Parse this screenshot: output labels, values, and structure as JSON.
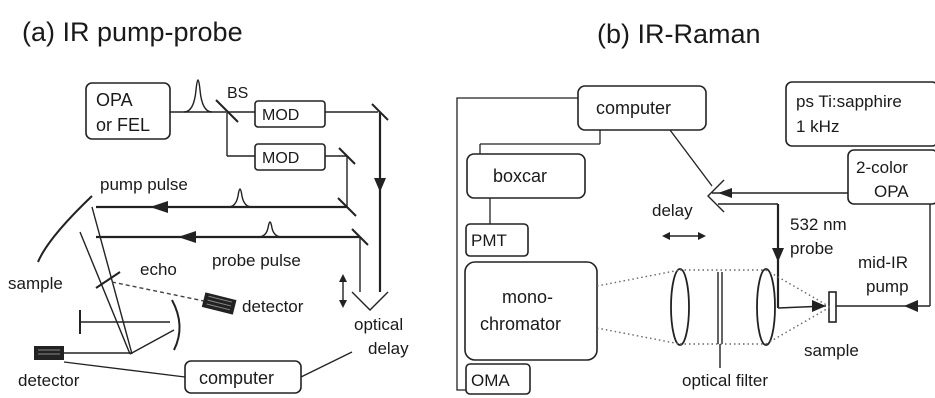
{
  "panel_a": {
    "title": "(a)  IR pump-probe",
    "opa_line1": "OPA",
    "opa_line2": "or FEL",
    "bs": "BS",
    "mod1": "MOD",
    "mod2": "MOD",
    "pump_pulse": "pump pulse",
    "probe_pulse": "probe pulse",
    "echo": "echo",
    "sample": "sample",
    "detector_mid": "detector",
    "detector_bottom": "detector",
    "optical_line1": "optical",
    "optical_line2": "delay",
    "computer": "computer"
  },
  "panel_b": {
    "title": "(b) IR-Raman",
    "computer": "computer",
    "laser_line1": "ps Ti:sapphire",
    "laser_line2": "1 kHz",
    "opa_line1": "2-color",
    "opa_line2": "OPA",
    "boxcar": "boxcar",
    "delay": "delay",
    "probe_line1": "532 nm",
    "probe_line2": "probe",
    "pump_line1": "mid-IR",
    "pump_line2": "pump",
    "pmt": "PMT",
    "mono_line1": "mono-",
    "mono_line2": "chromator",
    "sample": "sample",
    "optical_filter": "optical filter",
    "oma": "OMA"
  }
}
